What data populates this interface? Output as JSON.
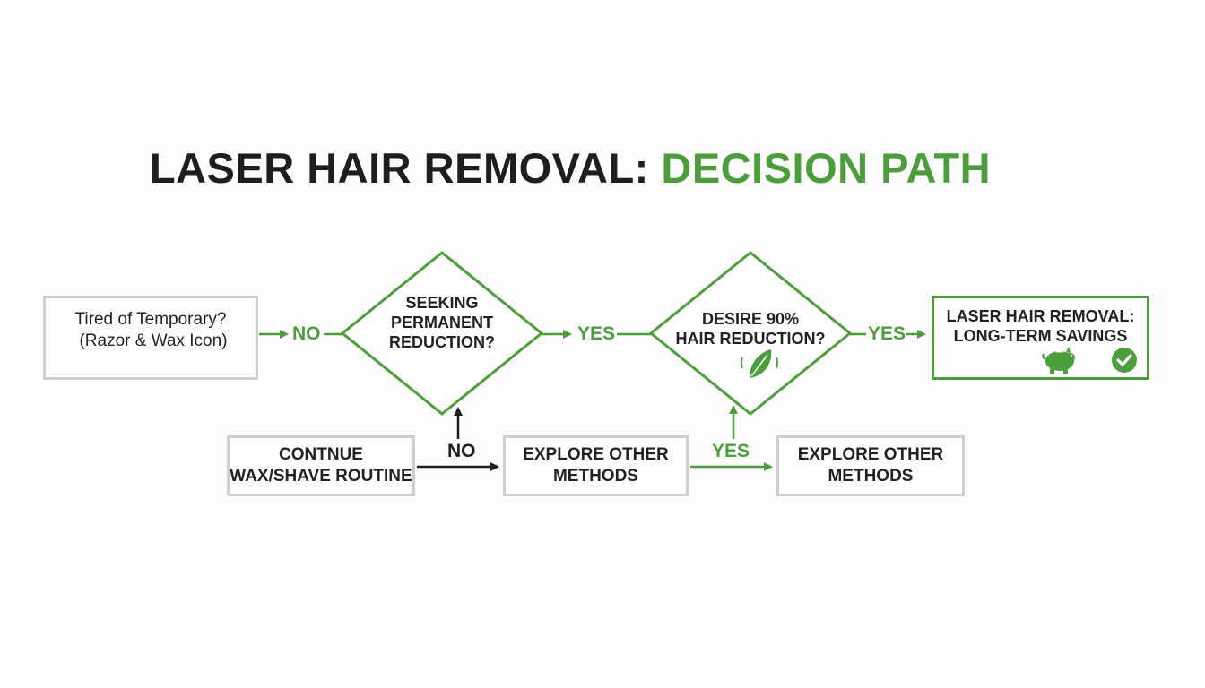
{
  "title": {
    "part1": "LASER HAIR REMOVAL: ",
    "part2": "DECISION PATH"
  },
  "nodes": {
    "start": {
      "line1": "Tired of Temporary?",
      "line2": "(Razor & Wax Icon)",
      "icon": "razor-wax-icon"
    },
    "decision1": {
      "text": "SEEKING\nPERMANENT\nREDUCTION?"
    },
    "decision2": {
      "text": "DESIRE 90%\nHAIR REDUCTION?",
      "icon": "leaf-icon"
    },
    "result": {
      "text": "LASER HAIR REMOVAL:\nLONG-TERM SAVINGS",
      "icons": [
        "piggy-bank-icon",
        "checkmark-circle-icon"
      ]
    },
    "continue": {
      "text": "CONTNUE\nWAX/SHAVE ROUTINE"
    },
    "explore1": {
      "text": "EXPLORE OTHER\nMETHODS"
    },
    "explore2": {
      "text": "EXPLORE OTHER\nMETHODS"
    }
  },
  "edge_labels": {
    "start_to_d1": "NO",
    "d1_to_d2": "YES",
    "d2_to_result": "YES",
    "bottom_no": "NO",
    "bottom_yes": "YES"
  },
  "colors": {
    "accent": "#4c9e3c",
    "dark": "#1e1e1e",
    "box_border": "#cfcfcf"
  }
}
